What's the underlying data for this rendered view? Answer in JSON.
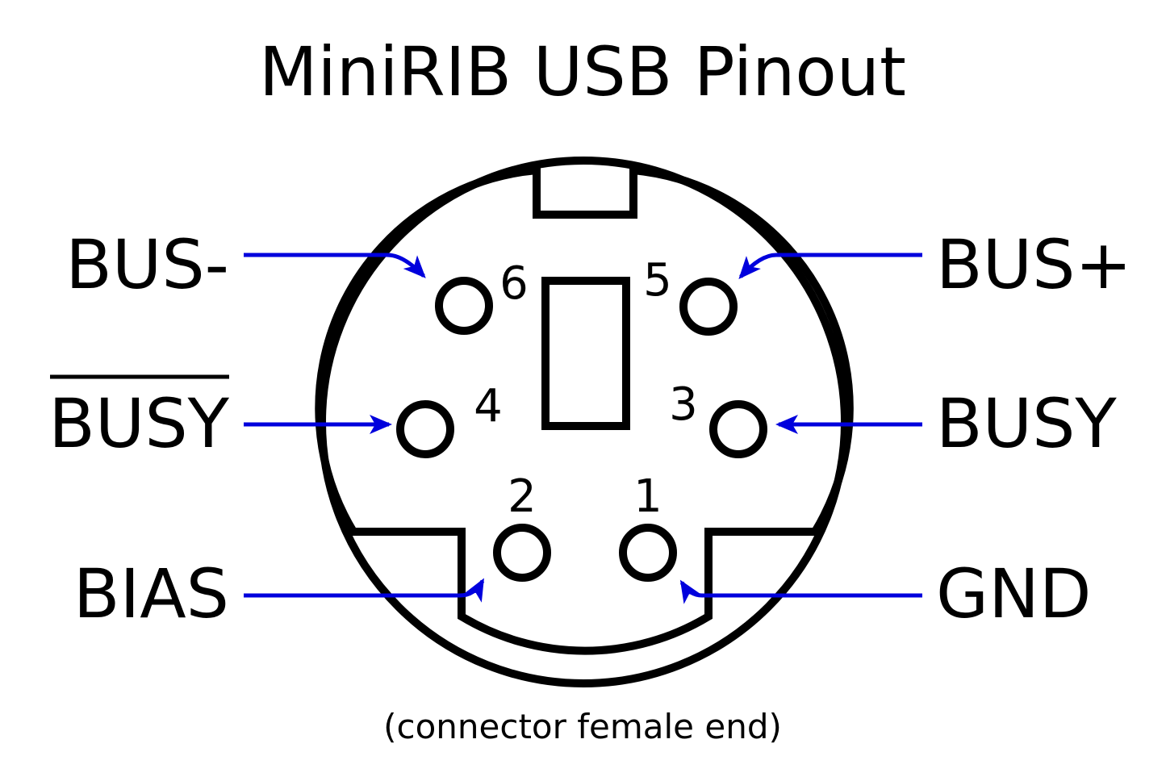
{
  "title": "MiniRIB USB Pinout",
  "caption": "(connector female end)",
  "colors": {
    "arrow": "#0000dd",
    "outline": "#000000",
    "background": "#ffffff"
  },
  "signals": {
    "bus_minus": "BUS-",
    "bus_plus": "BUS+",
    "busy_bar": "BUSY",
    "busy": "BUSY",
    "bias": "BIAS",
    "gnd": "GND"
  },
  "pins": {
    "pin1": "1",
    "pin2": "2",
    "pin3": "3",
    "pin4": "4",
    "pin5": "5",
    "pin6": "6"
  }
}
